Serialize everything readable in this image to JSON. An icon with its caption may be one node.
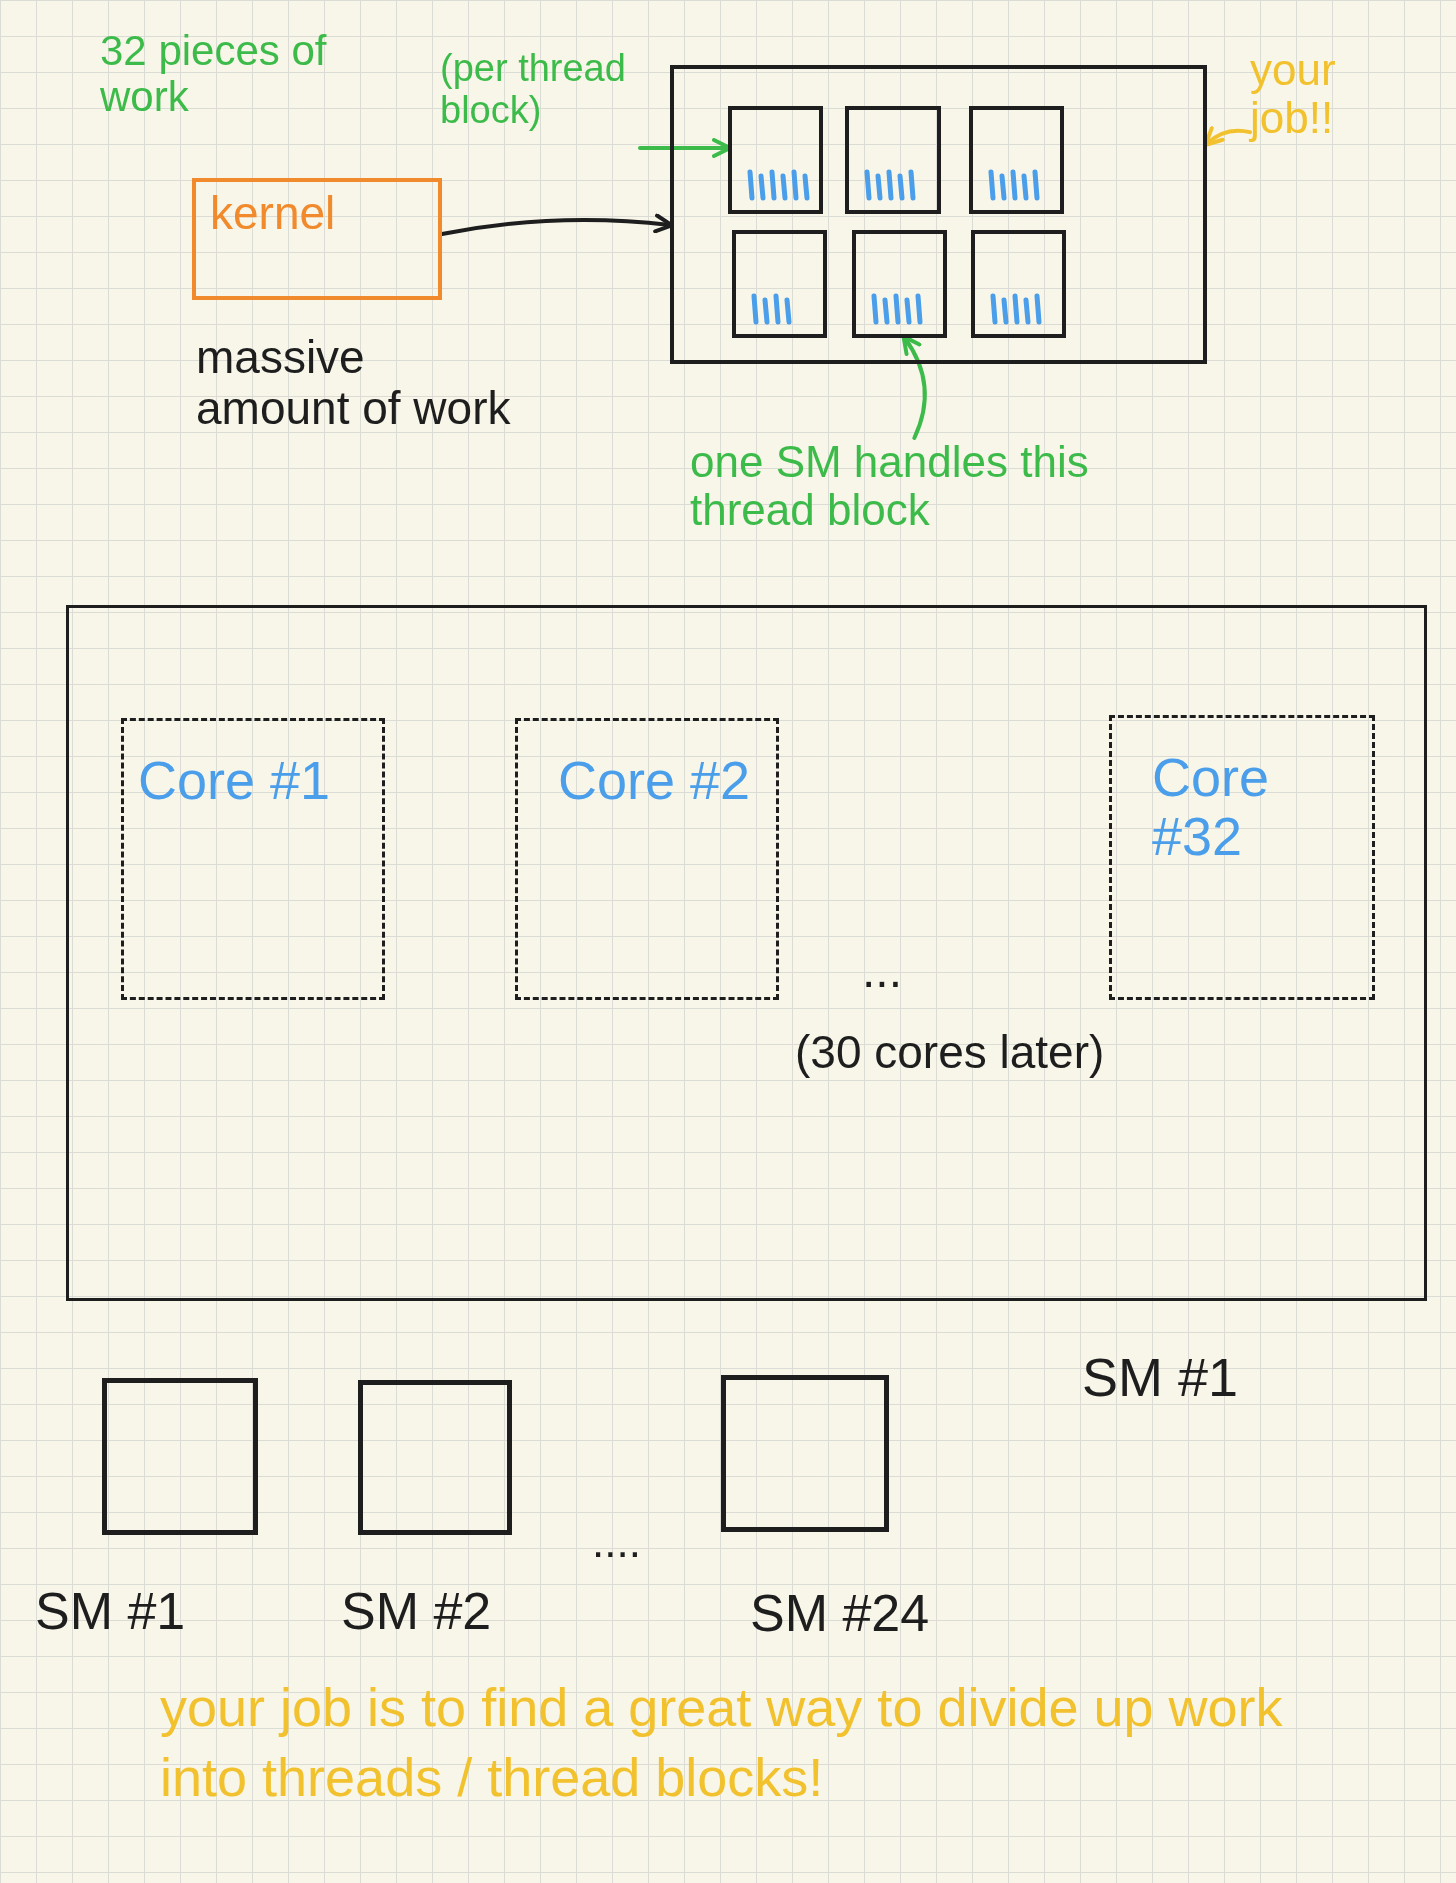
{
  "diagram": {
    "caption": "your job is to find a great way to divide up work into threads / thread blocks!",
    "nodes": [
      {
        "text": [
          "32 pieces of work",
          "(per thread block)"
        ]
      },
      {
        "text": [
          "kernel"
        ],
        "beside": [
          "massive amount of work"
        ]
      },
      {
        "text": [],
        "shape": "box"
      },
      {
        "text": [],
        "shape": "box",
        "in": 2
      },
      {
        "text": [],
        "shape": "box",
        "in": 2
      },
      {
        "text": [],
        "shape": "box",
        "in": 2
      },
      {
        "text": [],
        "shape": "box",
        "in": 2
      },
      {
        "text": [],
        "shape": "box",
        "in": 2
      },
      {
        "text": [],
        "shape": "box",
        "in": 2
      },
      {
        "text": [
          "your job!!"
        ]
      },
      {
        "text": [
          "one SM handles this thread block"
        ]
      },
      {
        "text": [
          "SM #1"
        ]
      },
      {
        "text": [
          "Core #1"
        ],
        "in": 11
      },
      {
        "text": [
          "Core #2"
        ],
        "in": 11
      },
      {
        "text": [
          "Core #32"
        ],
        "in": 11
      },
      {
        "text": [
          "SM #1"
        ]
      },
      {
        "text": [
          "SM #2"
        ]
      },
      {
        "text": [
          "SM #24"
        ]
      }
    ],
    "edges": [
      {
        "from": 0,
        "to": 3,
        "arrow": "to",
        "color": "#3dbb4a"
      },
      {
        "from": 1,
        "to": 2,
        "arrow": "to",
        "color": "#1e1e1e"
      },
      {
        "from": 9,
        "to": 2,
        "arrow": "to",
        "color": "#f2c12e"
      },
      {
        "from": 10,
        "to": 7,
        "arrow": "to",
        "color": "#3dbb4a"
      }
    ],
    "labels": [
      "...",
      "(30 cores later)",
      "...."
    ]
  }
}
